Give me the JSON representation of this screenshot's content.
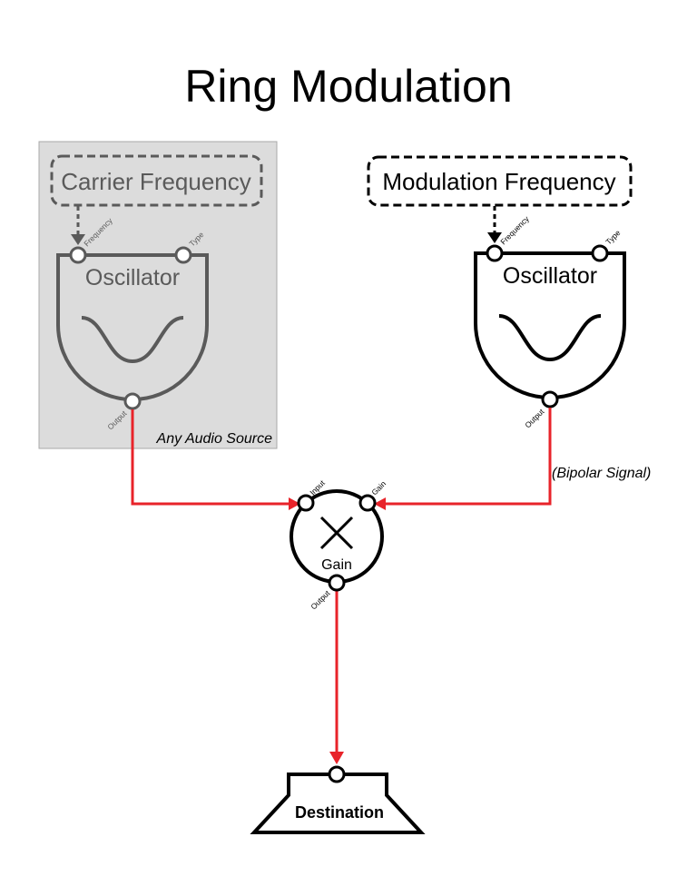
{
  "title": "Ring Modulation",
  "carrier": {
    "group_label": "Any Audio Source",
    "param_label": "Carrier Frequency",
    "node_title": "Oscillator",
    "port_frequency": "Frequency",
    "port_type": "Type",
    "port_output": "Output"
  },
  "modulator": {
    "param_label": "Modulation Frequency",
    "node_title": "Oscillator",
    "port_frequency": "Frequency",
    "port_type": "Type",
    "port_output": "Output",
    "signal_note": "(Bipolar Signal)"
  },
  "gain": {
    "node_title": "Gain",
    "port_input": "Input",
    "port_gain": "Gain",
    "port_output": "Output"
  },
  "destination": {
    "label": "Destination"
  },
  "colors": {
    "signal": "#e8232a",
    "carrier_stroke": "#5a5a5a",
    "carrier_fill": "#dcdcdc",
    "node_stroke": "#000000"
  }
}
